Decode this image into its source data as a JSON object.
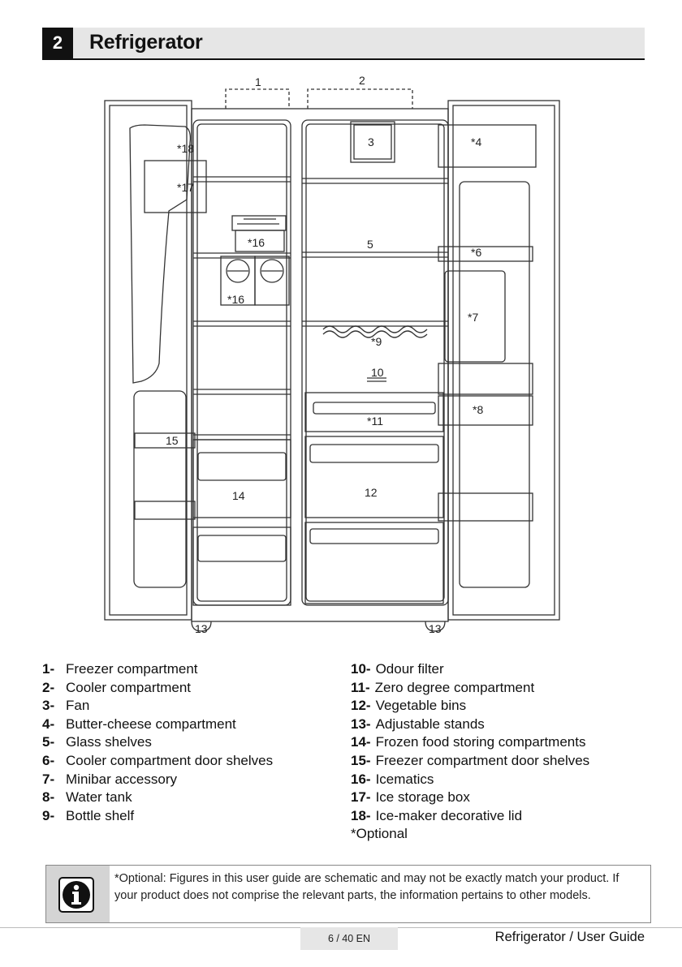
{
  "section": {
    "number": "2",
    "title": "Refrigerator"
  },
  "diagram_labels": {
    "l1": "1",
    "l2": "2",
    "l3": "3",
    "l4": "*4",
    "l5": "5",
    "l6": "*6",
    "l7": "*7",
    "l8": "*8",
    "l9": "*9",
    "l10": "10",
    "l11": "*11",
    "l12": "12",
    "l13a": "13",
    "l13b": "13",
    "l14": "14",
    "l15": "15",
    "l16a": "*16",
    "l16b": "*16",
    "l17": "*17",
    "l18": "*18"
  },
  "legend_left": [
    {
      "num": "1-",
      "text": "Freezer compartment"
    },
    {
      "num": "2-",
      "text": "Cooler compartment"
    },
    {
      "num": "3-",
      "text": "Fan"
    },
    {
      "num": "4-",
      "text": "Butter-cheese compartment"
    },
    {
      "num": "5-",
      "text": "Glass shelves"
    },
    {
      "num": "6-",
      "text": "Cooler compartment door shelves"
    },
    {
      "num": "7-",
      "text": "Minibar accessory"
    },
    {
      "num": "8-",
      "text": "Water tank"
    },
    {
      "num": "9-",
      "text": "Bottle shelf"
    }
  ],
  "legend_right": [
    {
      "num": "10-",
      "text": "Odour filter"
    },
    {
      "num": "11-",
      "text": "Zero degree compartment"
    },
    {
      "num": "12-",
      "text": "Vegetable bins"
    },
    {
      "num": "13-",
      "text": "Adjustable stands"
    },
    {
      "num": "14-",
      "text": "Frozen food storing compartments"
    },
    {
      "num": "15-",
      "text": "Freezer compartment door shelves"
    },
    {
      "num": "16-",
      "text": "Icematics"
    },
    {
      "num": "17-",
      "text": "Ice storage box"
    },
    {
      "num": "18-",
      "text": "Ice-maker decorative lid"
    }
  ],
  "legend_note": "*Optional",
  "info": {
    "icon": "info-icon",
    "text": "*Optional: Figures in this user guide are schematic and may not be exactly match your product. If your product does not comprise the relevant parts, the information pertains to other models."
  },
  "footer": {
    "page": "6 / 40  EN",
    "title": "Refrigerator / User Guide"
  }
}
